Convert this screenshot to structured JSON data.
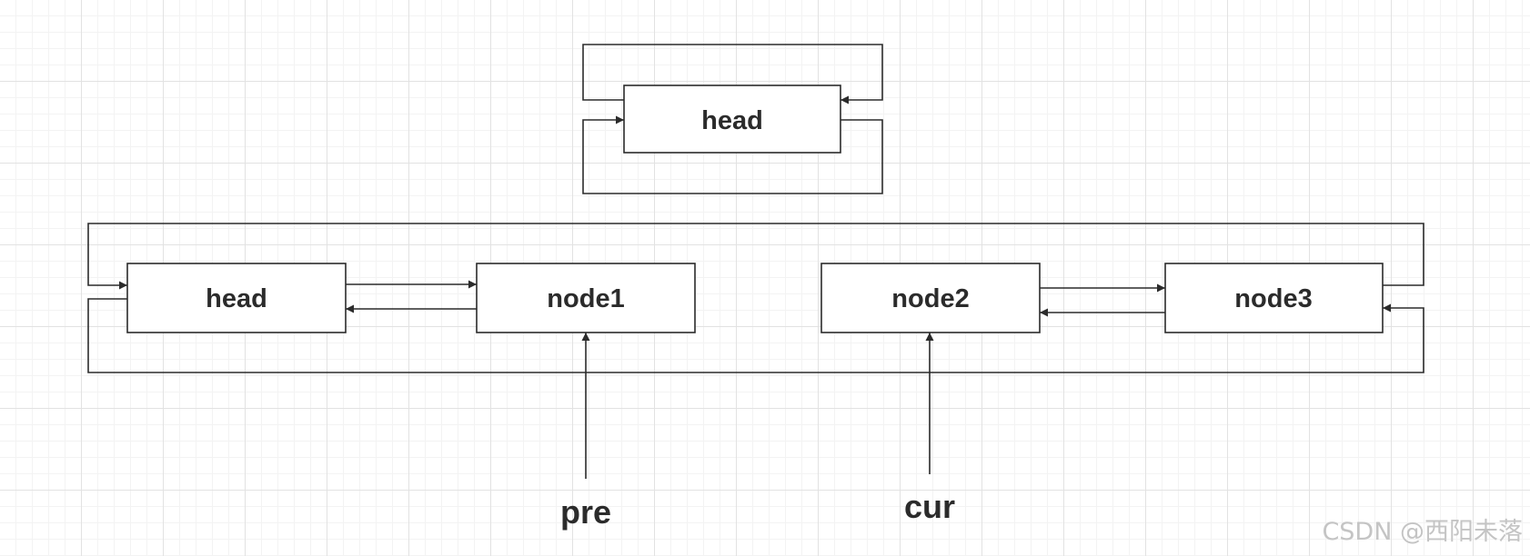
{
  "diagram": {
    "top": {
      "head_label": "head"
    },
    "bottom": {
      "head_label": "head",
      "node1_label": "node1",
      "node2_label": "node2",
      "node3_label": "node3"
    },
    "pointers": {
      "pre_label": "pre",
      "cur_label": "cur"
    },
    "line_color": "#2b2b2b",
    "grid_color": "#e2e2e2"
  },
  "watermark": {
    "text": "CSDN @西阳未落"
  }
}
